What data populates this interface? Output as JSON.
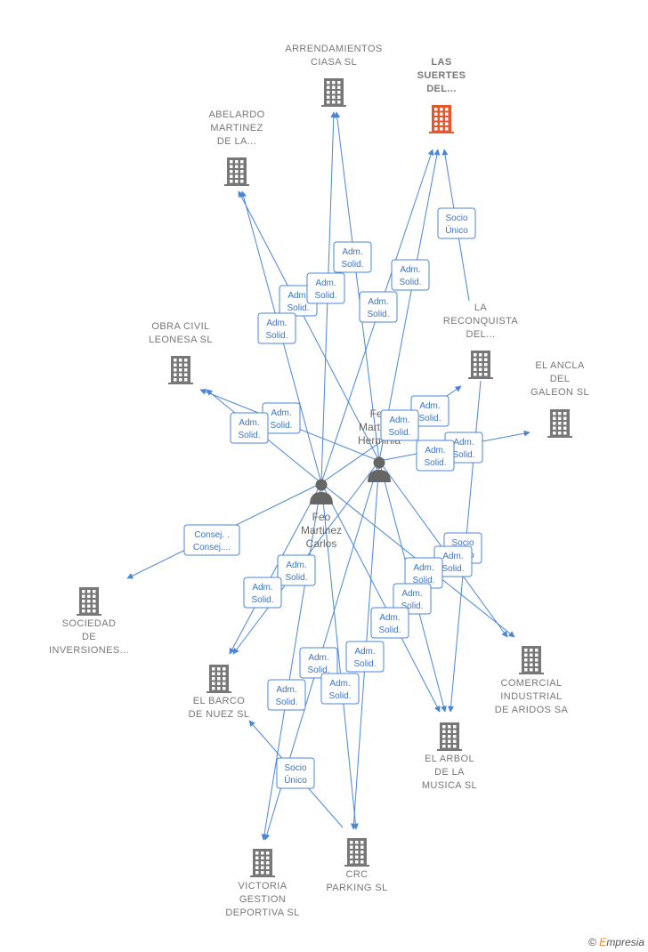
{
  "colors": {
    "edge": "#4a86d6",
    "building": "#777777",
    "building_highlight": "#e8562a"
  },
  "companies": [
    {
      "id": "arrendamientos",
      "label": "ARRENDAMIENTOS\nCIASA SL",
      "highlight": false,
      "icon": "building-icon"
    },
    {
      "id": "las_suertes",
      "label": "LAS\nSUERTES\nDEL...",
      "highlight": true,
      "icon": "building-icon"
    },
    {
      "id": "abelardo",
      "label": "ABELARDO\nMARTINEZ\nDE LA...",
      "highlight": false,
      "icon": "building-icon"
    },
    {
      "id": "obra_civil",
      "label": "OBRA CIVIL\nLEONESA SL",
      "highlight": false,
      "icon": "building-icon"
    },
    {
      "id": "la_reconquista",
      "label": "LA\nRECONQUISTA\nDEL...",
      "highlight": false,
      "icon": "building-icon"
    },
    {
      "id": "el_ancla",
      "label": "EL ANCLA\nDEL\nGALEON SL",
      "highlight": false,
      "icon": "building-icon"
    },
    {
      "id": "sociedad_inv",
      "label": "SOCIEDAD\nDE\nINVERSIONES...",
      "highlight": false,
      "icon": "building-icon"
    },
    {
      "id": "el_barco",
      "label": "EL BARCO\nDE NUEZ SL",
      "highlight": false,
      "icon": "building-icon"
    },
    {
      "id": "comercial_ind",
      "label": "COMERCIAL\nINDUSTRIAL\nDE ARIDOS SA",
      "highlight": false,
      "icon": "building-icon"
    },
    {
      "id": "el_arbol",
      "label": "EL ARBOL\nDE LA\nMUSICA SL",
      "highlight": false,
      "icon": "building-icon"
    },
    {
      "id": "victoria",
      "label": "VICTORIA\nGESTION\nDEPORTIVA SL",
      "highlight": false,
      "icon": "building-icon"
    },
    {
      "id": "crc_parking",
      "label": "CRC\nPARKING SL",
      "highlight": false,
      "icon": "building-icon"
    }
  ],
  "persons": [
    {
      "id": "feo_carlos",
      "label": "Feo\nMartinez\nCarlos",
      "icon": "person-icon"
    },
    {
      "id": "feo_hermin",
      "label": "Feo\nMartinez\nHerminia",
      "icon": "person-icon"
    }
  ],
  "edge_labels": {
    "adm": "Adm.\nSolid.",
    "socio": "Socio\nÚnico",
    "consej": "Consej. .\nConsej...."
  },
  "footer": {
    "copyright": "©",
    "brand_e": "E",
    "brand_rest": "mpresia"
  }
}
